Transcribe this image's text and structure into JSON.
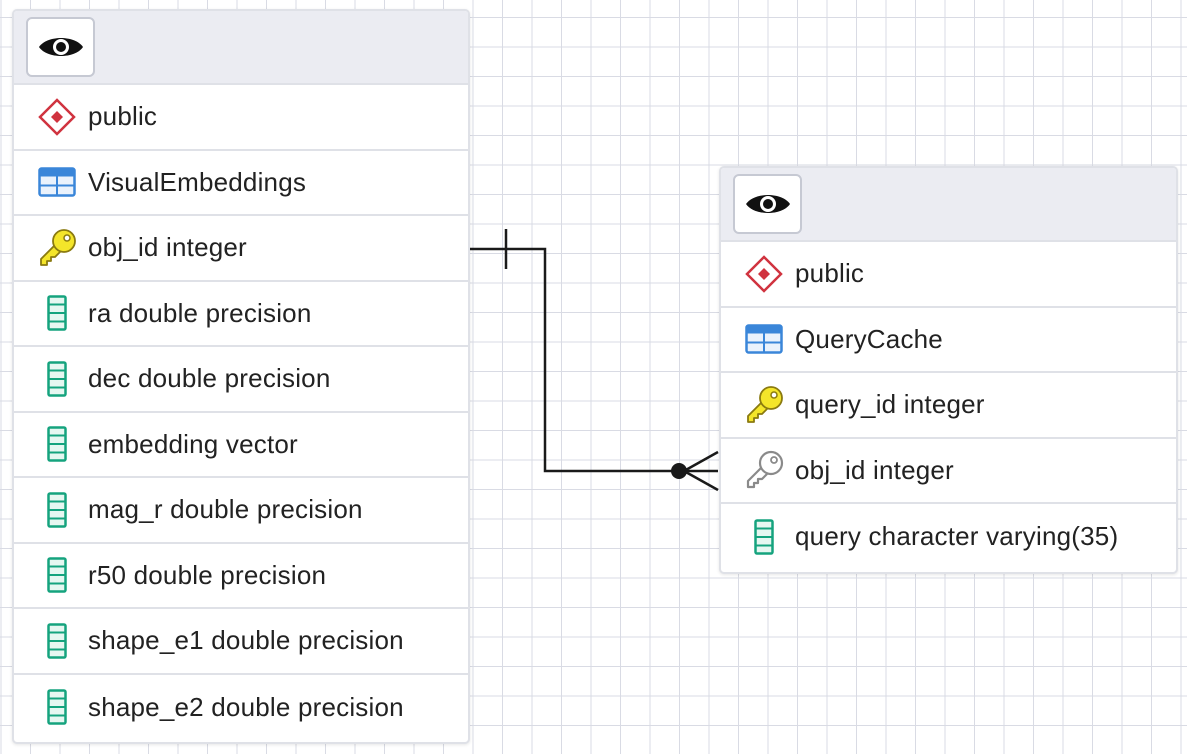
{
  "tables": [
    {
      "schema": "public",
      "name": "VisualEmbeddings",
      "columns": [
        {
          "text": "obj_id integer",
          "icon": "primary-key-icon"
        },
        {
          "text": "ra double precision",
          "icon": "column-icon"
        },
        {
          "text": "dec double precision",
          "icon": "column-icon"
        },
        {
          "text": "embedding vector",
          "icon": "column-icon"
        },
        {
          "text": "mag_r double precision",
          "icon": "column-icon"
        },
        {
          "text": "r50 double precision",
          "icon": "column-icon"
        },
        {
          "text": "shape_e1 double precision",
          "icon": "column-icon"
        },
        {
          "text": "shape_e2 double precision",
          "icon": "column-icon"
        }
      ]
    },
    {
      "schema": "public",
      "name": "QueryCache",
      "columns": [
        {
          "text": "query_id integer",
          "icon": "primary-key-icon"
        },
        {
          "text": "obj_id integer",
          "icon": "foreign-key-icon"
        },
        {
          "text": "query character varying(35)",
          "icon": "column-icon"
        }
      ]
    }
  ],
  "relationship": {
    "from": "VisualEmbeddings.obj_id",
    "to": "QueryCache.obj_id",
    "from_end": "one",
    "to_end": "zero-or-many"
  },
  "colors": {
    "schema_icon": "#d0333f",
    "table_icon": "#3a86d9",
    "primary_key": "#e3d21d",
    "foreign_key": "#8a8a8a",
    "column_icon": "#15a37e",
    "line": "#1a1a1a"
  }
}
